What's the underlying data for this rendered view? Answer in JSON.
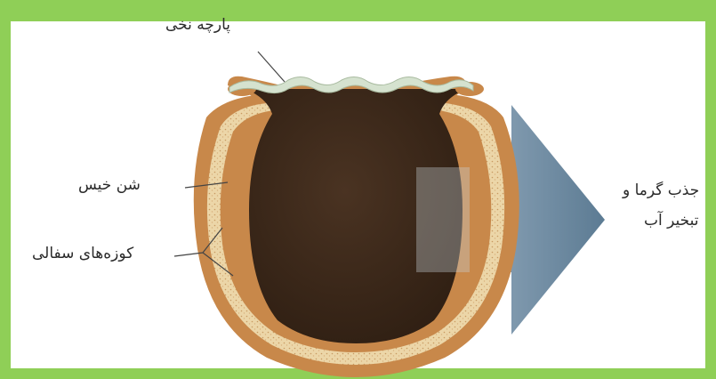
{
  "labels": {
    "cotton_cloth": "پارچه نخی",
    "wet_sand": "شن خیس",
    "clay_pots": "کوزه‌های سفالی",
    "heat_line1": "جذب گرما و",
    "heat_line2": "تبخیر آب"
  },
  "colors": {
    "frame": "#8fcf57",
    "outer_pot": "#c8884a",
    "sand": "#ecd6a8",
    "interior": "#3e2a1c",
    "cloth": "#d5e2cf",
    "arrow": "#6e8ea8"
  }
}
